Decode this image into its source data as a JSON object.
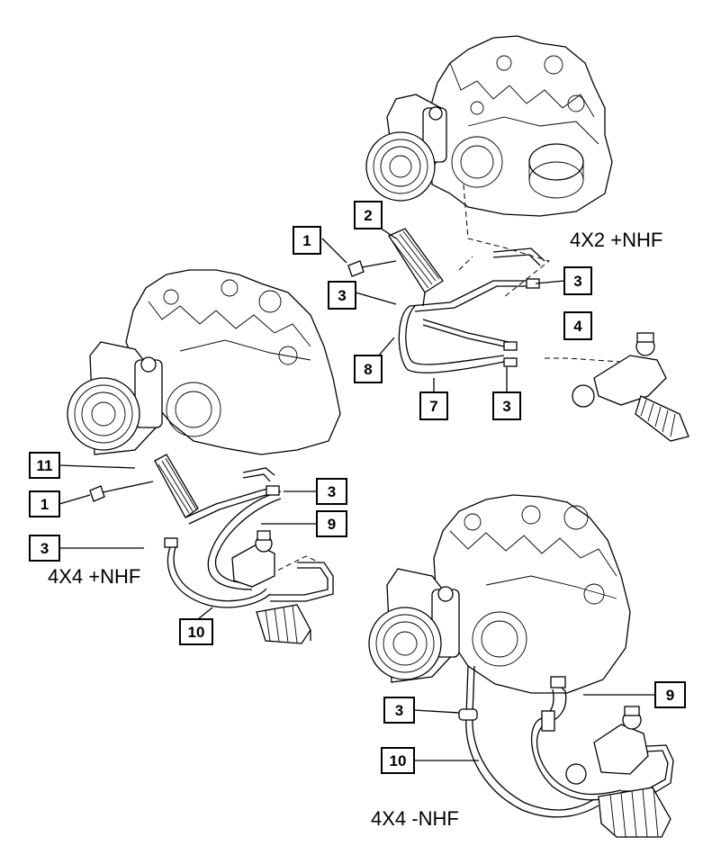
{
  "callouts": {
    "top_1": "1",
    "top_2": "2",
    "top_3_left": "3",
    "top_3_right": "3",
    "top_4": "4",
    "top_8": "8",
    "top_7": "7",
    "top_3_bottom": "3",
    "left_11": "11",
    "left_1": "1",
    "left_3_upper": "3",
    "left_9": "9",
    "left_3_lower": "3",
    "left_10": "10",
    "bottom_3": "3",
    "bottom_9": "9",
    "bottom_10": "10"
  },
  "variants": {
    "top": "4X2 +NHF",
    "left": "4X4 +NHF",
    "bottom": "4X4 -NHF"
  }
}
